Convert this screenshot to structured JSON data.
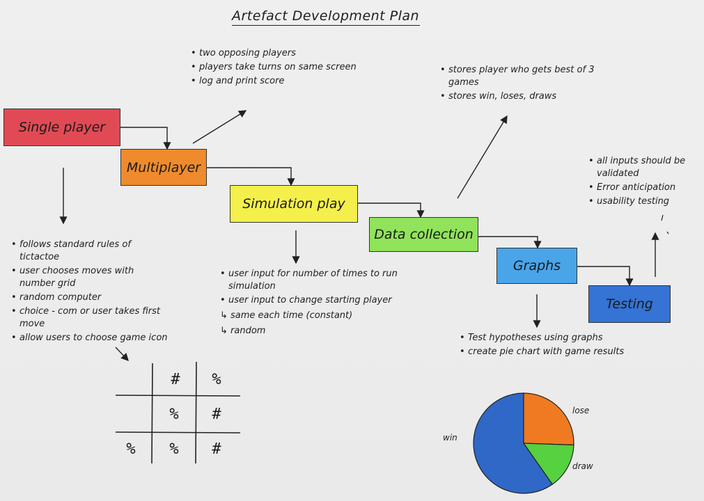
{
  "title": "Artefact Development Plan",
  "colors": {
    "single_player": "#e14a55",
    "multiplayer": "#ef8b2c",
    "simulation_play": "#f4ef4a",
    "data_collection": "#90e35a",
    "graphs": "#4aa4e8",
    "testing": "#3573d4",
    "pie_win": "#2f68c6",
    "pie_loss": "#f07a21",
    "pie_draw": "#56d13f",
    "ink": "#222222"
  },
  "boxes": {
    "single_player": "Single player",
    "multiplayer": "Multiplayer",
    "simulation_play": "Simulation play",
    "data_collection": "Data collection",
    "graphs": "Graphs",
    "testing": "Testing"
  },
  "notes": {
    "multiplayer": [
      "two opposing players",
      "players take turns on same screen",
      "log and print score"
    ],
    "data_collection": [
      "stores player who gets best of 3 games",
      "stores win, loses, draws"
    ],
    "testing": [
      "all inputs should be validated",
      "Error anticipation",
      "usability testing"
    ],
    "single_player": [
      "follows standard rules of tictactoe",
      "user chooses moves with number grid",
      "random computer",
      "choice - com or user takes first move",
      "allow users to choose game icon"
    ],
    "simulation_play": [
      "user input for number of times to run simulation",
      "user input to change starting player"
    ],
    "simulation_sub": [
      "↳ same each time (constant)",
      "↳ random"
    ],
    "graphs": [
      "Test hypotheses using graphs",
      "create pie chart with game results"
    ]
  },
  "grid": [
    [
      "",
      "#",
      "%"
    ],
    [
      "",
      "%",
      "#"
    ],
    [
      "%",
      "%",
      "#"
    ]
  ],
  "pie": {
    "labels": {
      "loss": "lose",
      "draw": "draw",
      "win": "win"
    }
  }
}
